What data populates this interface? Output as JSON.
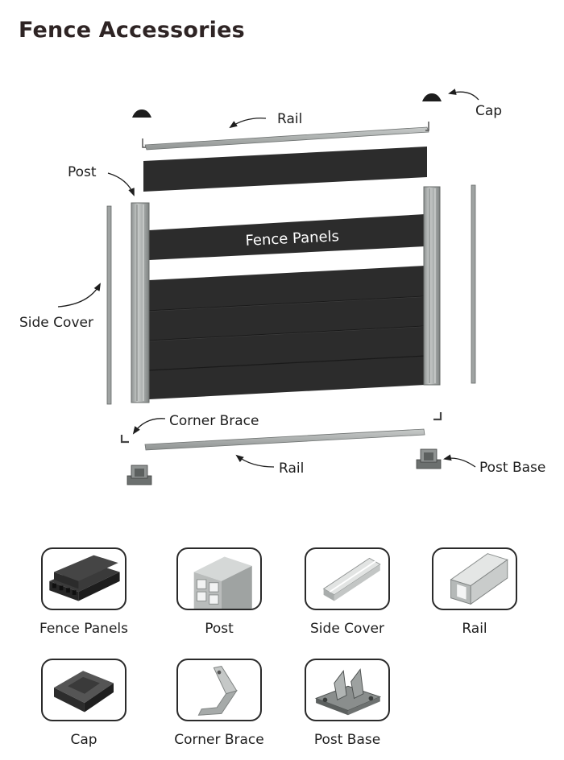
{
  "page": {
    "title": "Fence Accessories"
  },
  "diagram": {
    "labels": {
      "cap": "Cap",
      "rail_top": "Rail",
      "post": "Post",
      "fence_panels": "Fence Panels",
      "side_cover": "Side Cover",
      "corner_brace": "Corner Brace",
      "rail_bottom": "Rail",
      "post_base": "Post Base"
    },
    "colors": {
      "panel": "#2c2c2c",
      "post": "#a9adab",
      "rail": "#9fa3a1",
      "outline": "#555a58"
    }
  },
  "catalog": {
    "items": [
      {
        "label": "Fence Panels",
        "icon": "fence-panels-icon"
      },
      {
        "label": "Post",
        "icon": "post-icon"
      },
      {
        "label": "Side Cover",
        "icon": "side-cover-icon"
      },
      {
        "label": "Rail",
        "icon": "rail-icon"
      },
      {
        "label": "Cap",
        "icon": "cap-icon"
      },
      {
        "label": "Corner Brace",
        "icon": "corner-brace-icon"
      },
      {
        "label": "Post Base",
        "icon": "post-base-icon"
      }
    ]
  }
}
